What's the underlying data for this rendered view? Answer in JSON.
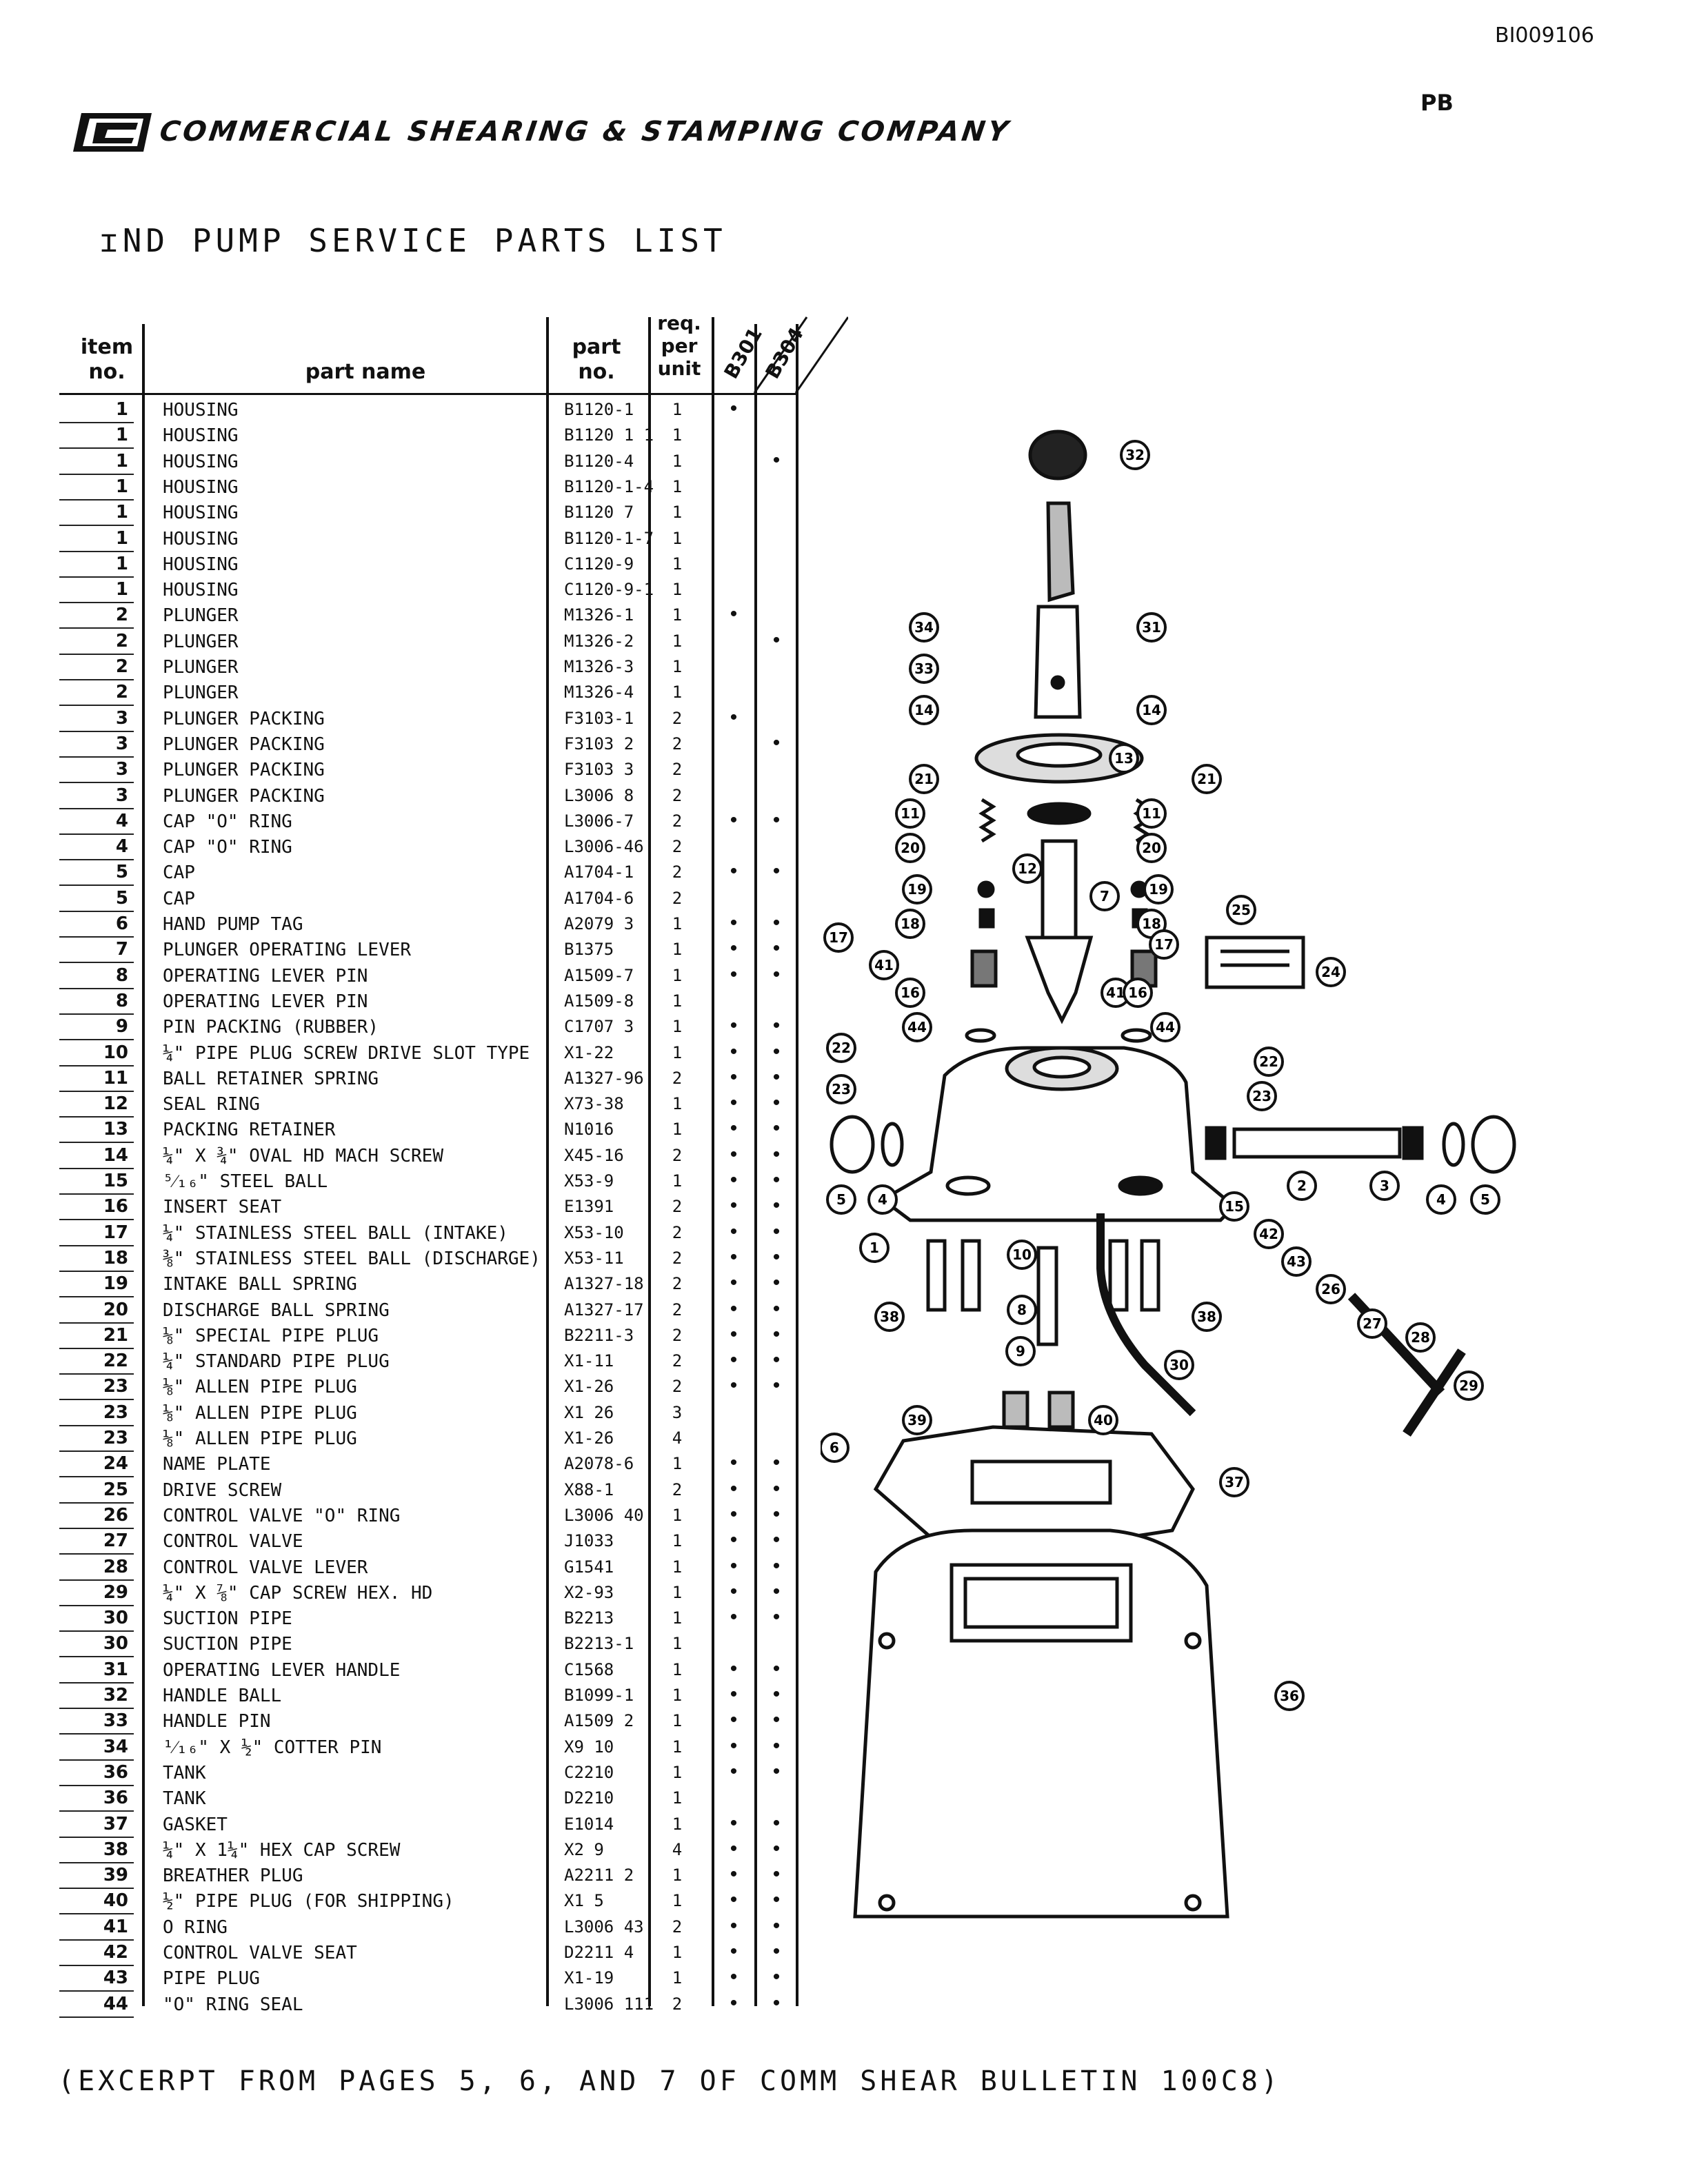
{
  "header": {
    "doc_id": "BI009106",
    "page_code": "PB",
    "company": "COMMERCIAL SHEARING & STAMPING COMPANY",
    "title": "ɪND PUMP SERVICE PARTS LIST"
  },
  "table": {
    "headers": {
      "item": "item no.",
      "part_name": "part name",
      "part_no": "part no.",
      "req": "req. per unit",
      "b301": "B301",
      "b304": "B304"
    },
    "rows": [
      {
        "item": "1",
        "name": "HOUSING",
        "part": "B1120-1",
        "qty": "1",
        "b301": "•",
        "b304": ""
      },
      {
        "item": "1",
        "name": "HOUSING",
        "part": "B1120 1 1",
        "qty": "1",
        "b301": "",
        "b304": ""
      },
      {
        "item": "1",
        "name": "HOUSING",
        "part": "B1120-4",
        "qty": "1",
        "b301": "",
        "b304": "•"
      },
      {
        "item": "1",
        "name": "HOUSING",
        "part": "B1120-1-4",
        "qty": "1",
        "b301": "",
        "b304": ""
      },
      {
        "item": "1",
        "name": "HOUSING",
        "part": "B1120 7",
        "qty": "1",
        "b301": "",
        "b304": ""
      },
      {
        "item": "1",
        "name": "HOUSING",
        "part": "B1120-1-7",
        "qty": "1",
        "b301": "",
        "b304": ""
      },
      {
        "item": "1",
        "name": "HOUSING",
        "part": "C1120-9",
        "qty": "1",
        "b301": "",
        "b304": ""
      },
      {
        "item": "1",
        "name": "HOUSING",
        "part": "C1120-9-1",
        "qty": "1",
        "b301": "",
        "b304": ""
      },
      {
        "item": "2",
        "name": "PLUNGER",
        "part": "M1326-1",
        "qty": "1",
        "b301": "•",
        "b304": ""
      },
      {
        "item": "2",
        "name": "PLUNGER",
        "part": "M1326-2",
        "qty": "1",
        "b301": "",
        "b304": "•"
      },
      {
        "item": "2",
        "name": "PLUNGER",
        "part": "M1326-3",
        "qty": "1",
        "b301": "",
        "b304": ""
      },
      {
        "item": "2",
        "name": "PLUNGER",
        "part": "M1326-4",
        "qty": "1",
        "b301": "",
        "b304": ""
      },
      {
        "item": "3",
        "name": "PLUNGER PACKING",
        "part": "F3103-1",
        "qty": "2",
        "b301": "•",
        "b304": ""
      },
      {
        "item": "3",
        "name": "PLUNGER PACKING",
        "part": "F3103 2",
        "qty": "2",
        "b301": "",
        "b304": "•"
      },
      {
        "item": "3",
        "name": "PLUNGER PACKING",
        "part": "F3103 3",
        "qty": "2",
        "b301": "",
        "b304": ""
      },
      {
        "item": "3",
        "name": "PLUNGER PACKING",
        "part": "L3006 8",
        "qty": "2",
        "b301": "",
        "b304": ""
      },
      {
        "item": "4",
        "name": "CAP \"O\" RING",
        "part": "L3006-7",
        "qty": "2",
        "b301": "•",
        "b304": "•"
      },
      {
        "item": "4",
        "name": "CAP \"O\" RING",
        "part": "L3006-46",
        "qty": "2",
        "b301": "",
        "b304": ""
      },
      {
        "item": "5",
        "name": "CAP",
        "part": "A1704-1",
        "qty": "2",
        "b301": "•",
        "b304": "•"
      },
      {
        "item": "5",
        "name": "CAP",
        "part": "A1704-6",
        "qty": "2",
        "b301": "",
        "b304": ""
      },
      {
        "item": "6",
        "name": "HAND PUMP TAG",
        "part": "A2079 3",
        "qty": "1",
        "b301": "•",
        "b304": "•"
      },
      {
        "item": "7",
        "name": "PLUNGER OPERATING LEVER",
        "part": "B1375",
        "qty": "1",
        "b301": "•",
        "b304": "•"
      },
      {
        "item": "8",
        "name": "OPERATING LEVER PIN",
        "part": "A1509-7",
        "qty": "1",
        "b301": "•",
        "b304": "•"
      },
      {
        "item": "8",
        "name": "OPERATING LEVER PIN",
        "part": "A1509-8",
        "qty": "1",
        "b301": "",
        "b304": ""
      },
      {
        "item": "9",
        "name": "PIN PACKING (RUBBER)",
        "part": "C1707 3",
        "qty": "1",
        "b301": "•",
        "b304": "•"
      },
      {
        "item": "10",
        "name": "¼\" PIPE PLUG SCREW DRIVE SLOT TYPE",
        "part": "X1-22",
        "qty": "1",
        "b301": "•",
        "b304": "•"
      },
      {
        "item": "11",
        "name": "BALL RETAINER SPRING",
        "part": "A1327-96",
        "qty": "2",
        "b301": "•",
        "b304": "•"
      },
      {
        "item": "12",
        "name": "SEAL RING",
        "part": "X73-38",
        "qty": "1",
        "b301": "•",
        "b304": "•"
      },
      {
        "item": "13",
        "name": "PACKING RETAINER",
        "part": "N1016",
        "qty": "1",
        "b301": "•",
        "b304": "•"
      },
      {
        "item": "14",
        "name": "¼\" x ¾\" OVAL HD MACH SCREW",
        "part": "X45-16",
        "qty": "2",
        "b301": "•",
        "b304": "•"
      },
      {
        "item": "15",
        "name": "⁵⁄₁₆\" STEEL BALL",
        "part": "X53-9",
        "qty": "1",
        "b301": "•",
        "b304": "•"
      },
      {
        "item": "16",
        "name": "INSERT SEAT",
        "part": "E1391",
        "qty": "2",
        "b301": "•",
        "b304": "•"
      },
      {
        "item": "17",
        "name": "¼\" STAINLESS STEEL BALL (INTAKE)",
        "part": "X53-10",
        "qty": "2",
        "b301": "•",
        "b304": "•"
      },
      {
        "item": "18",
        "name": "⅜\" STAINLESS STEEL BALL (DISCHARGE)",
        "part": "X53-11",
        "qty": "2",
        "b301": "•",
        "b304": "•"
      },
      {
        "item": "19",
        "name": "INTAKE BALL SPRING",
        "part": "A1327-18",
        "qty": "2",
        "b301": "•",
        "b304": "•"
      },
      {
        "item": "20",
        "name": "DISCHARGE BALL SPRING",
        "part": "A1327-17",
        "qty": "2",
        "b301": "•",
        "b304": "•"
      },
      {
        "item": "21",
        "name": "⅛\" SPECIAL PIPE PLUG",
        "part": "B2211-3",
        "qty": "2",
        "b301": "•",
        "b304": "•"
      },
      {
        "item": "22",
        "name": "¼\" STANDARD PIPE PLUG",
        "part": "X1-11",
        "qty": "2",
        "b301": "•",
        "b304": "•"
      },
      {
        "item": "23",
        "name": "⅛\" ALLEN PIPE PLUG",
        "part": "X1-26",
        "qty": "2",
        "b301": "•",
        "b304": "•"
      },
      {
        "item": "23",
        "name": "⅛\" ALLEN PIPE PLUG",
        "part": "X1 26",
        "qty": "3",
        "b301": "",
        "b304": ""
      },
      {
        "item": "23",
        "name": "⅛\" ALLEN PIPE PLUG",
        "part": "X1-26",
        "qty": "4",
        "b301": "",
        "b304": ""
      },
      {
        "item": "24",
        "name": "NAME PLATE",
        "part": "A2078-6",
        "qty": "1",
        "b301": "•",
        "b304": "•"
      },
      {
        "item": "25",
        "name": "DRIVE SCREW",
        "part": "X88-1",
        "qty": "2",
        "b301": "•",
        "b304": "•"
      },
      {
        "item": "26",
        "name": "CONTROL VALVE \"O\" RING",
        "part": "L3006 40",
        "qty": "1",
        "b301": "•",
        "b304": "•"
      },
      {
        "item": "27",
        "name": "CONTROL VALVE",
        "part": "J1033",
        "qty": "1",
        "b301": "•",
        "b304": "•"
      },
      {
        "item": "28",
        "name": "CONTROL VALVE LEVER",
        "part": "G1541",
        "qty": "1",
        "b301": "•",
        "b304": "•"
      },
      {
        "item": "29",
        "name": "¼\" x ⅞\" CAP SCREW HEX. HD",
        "part": "X2-93",
        "qty": "1",
        "b301": "•",
        "b304": "•"
      },
      {
        "item": "30",
        "name": "SUCTION PIPE",
        "part": "B2213",
        "qty": "1",
        "b301": "•",
        "b304": "•"
      },
      {
        "item": "30",
        "name": "SUCTION PIPE",
        "part": "B2213-1",
        "qty": "1",
        "b301": "",
        "b304": ""
      },
      {
        "item": "31",
        "name": "OPERATING LEVER HANDLE",
        "part": "C1568",
        "qty": "1",
        "b301": "•",
        "b304": "•"
      },
      {
        "item": "32",
        "name": "HANDLE BALL",
        "part": "B1099-1",
        "qty": "1",
        "b301": "•",
        "b304": "•"
      },
      {
        "item": "33",
        "name": "HANDLE PIN",
        "part": "A1509 2",
        "qty": "1",
        "b301": "•",
        "b304": "•"
      },
      {
        "item": "34",
        "name": "¹⁄₁₆\" x ½\" COTTER PIN",
        "part": "X9 10",
        "qty": "1",
        "b301": "•",
        "b304": "•"
      },
      {
        "item": "36",
        "name": "TANK",
        "part": "C2210",
        "qty": "1",
        "b301": "•",
        "b304": "•"
      },
      {
        "item": "36",
        "name": "TANK",
        "part": "D2210",
        "qty": "1",
        "b301": "",
        "b304": ""
      },
      {
        "item": "37",
        "name": "GASKET",
        "part": "E1014",
        "qty": "1",
        "b301": "•",
        "b304": "•"
      },
      {
        "item": "38",
        "name": "¼\" x 1¼\" HEX CAP SCREW",
        "part": "X2 9",
        "qty": "4",
        "b301": "•",
        "b304": "•"
      },
      {
        "item": "39",
        "name": "BREATHER PLUG",
        "part": "A2211 2",
        "qty": "1",
        "b301": "•",
        "b304": "•"
      },
      {
        "item": "40",
        "name": "½\" PIPE PLUG (FOR SHIPPING)",
        "part": "X1 5",
        "qty": "1",
        "b301": "•",
        "b304": "•"
      },
      {
        "item": "41",
        "name": "O RING",
        "part": "L3006 43",
        "qty": "2",
        "b301": "•",
        "b304": "•"
      },
      {
        "item": "42",
        "name": "CONTROL VALVE SEAT",
        "part": "D2211 4",
        "qty": "1",
        "b301": "•",
        "b304": "•"
      },
      {
        "item": "43",
        "name": "PIPE PLUG",
        "part": "X1-19",
        "qty": "1",
        "b301": "•",
        "b304": "•"
      },
      {
        "item": "44",
        "name": "\"O\" RING SEAL",
        "part": "L3006 111",
        "qty": "2",
        "b301": "•",
        "b304": "•"
      }
    ]
  },
  "diagram": {
    "callouts": [
      "32",
      "31",
      "34",
      "33",
      "14",
      "14",
      "13",
      "21",
      "21",
      "11",
      "11",
      "20",
      "20",
      "12",
      "7",
      "18",
      "18",
      "19",
      "19",
      "17",
      "17",
      "41",
      "41",
      "16",
      "16",
      "44",
      "44",
      "25",
      "24",
      "22",
      "22",
      "23",
      "23",
      "5",
      "4",
      "1",
      "2",
      "3",
      "4",
      "5",
      "15",
      "42",
      "43",
      "26",
      "27",
      "28",
      "29",
      "10",
      "8",
      "9",
      "38",
      "38",
      "39",
      "40",
      "30",
      "6",
      "37",
      "36"
    ]
  },
  "footer": "(EXCERPT FROM PAGES 5, 6, AND 7 OF COMM SHEAR BULLETIN 100C8)"
}
